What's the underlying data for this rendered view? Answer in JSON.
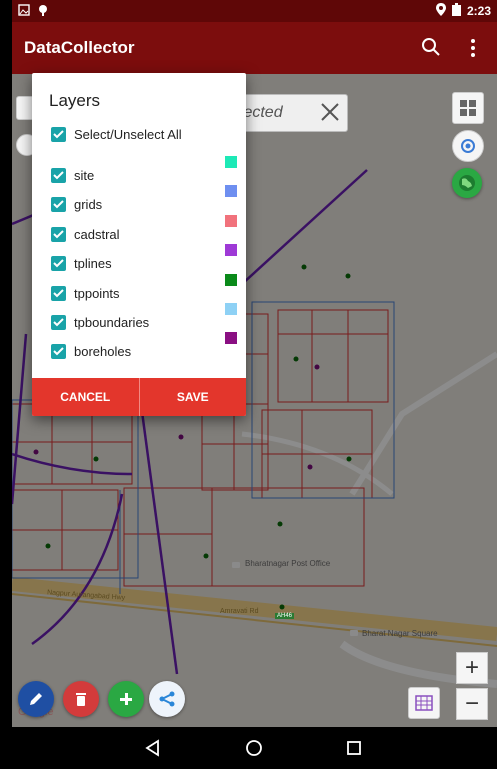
{
  "status": {
    "time": "2:23"
  },
  "app": {
    "title": "DataCollector"
  },
  "selection_chip": {
    "text": "elected"
  },
  "dialog": {
    "title": "Layers",
    "select_all_label": "Select/Unselect All",
    "layers": [
      {
        "label": "site",
        "color": "#1de9b6"
      },
      {
        "label": "grids",
        "color": "#6e8ff0"
      },
      {
        "label": "cadstral",
        "color": "#f1727c"
      },
      {
        "label": "tplines",
        "color": "#9e39d6"
      },
      {
        "label": "tppoints",
        "color": "#0a8a1a"
      },
      {
        "label": "tpboundaries",
        "color": "#8ed1f5"
      },
      {
        "label": "boreholes",
        "color": "#8a0f82"
      }
    ],
    "cancel_label": "CANCEL",
    "save_label": "SAVE"
  },
  "map": {
    "labels": {
      "post_office": "Bharatnagar Post Office",
      "square": "Bharat Nagar Square",
      "hwy": "Nagpur Aurangabad Hwy",
      "road": "Amravati Rd",
      "shield": "AH46",
      "google": "Google"
    }
  },
  "colors": {
    "appbar": "#7c0d0d",
    "button_bar": "#e3362c",
    "checkbox": "#19a3a8"
  }
}
